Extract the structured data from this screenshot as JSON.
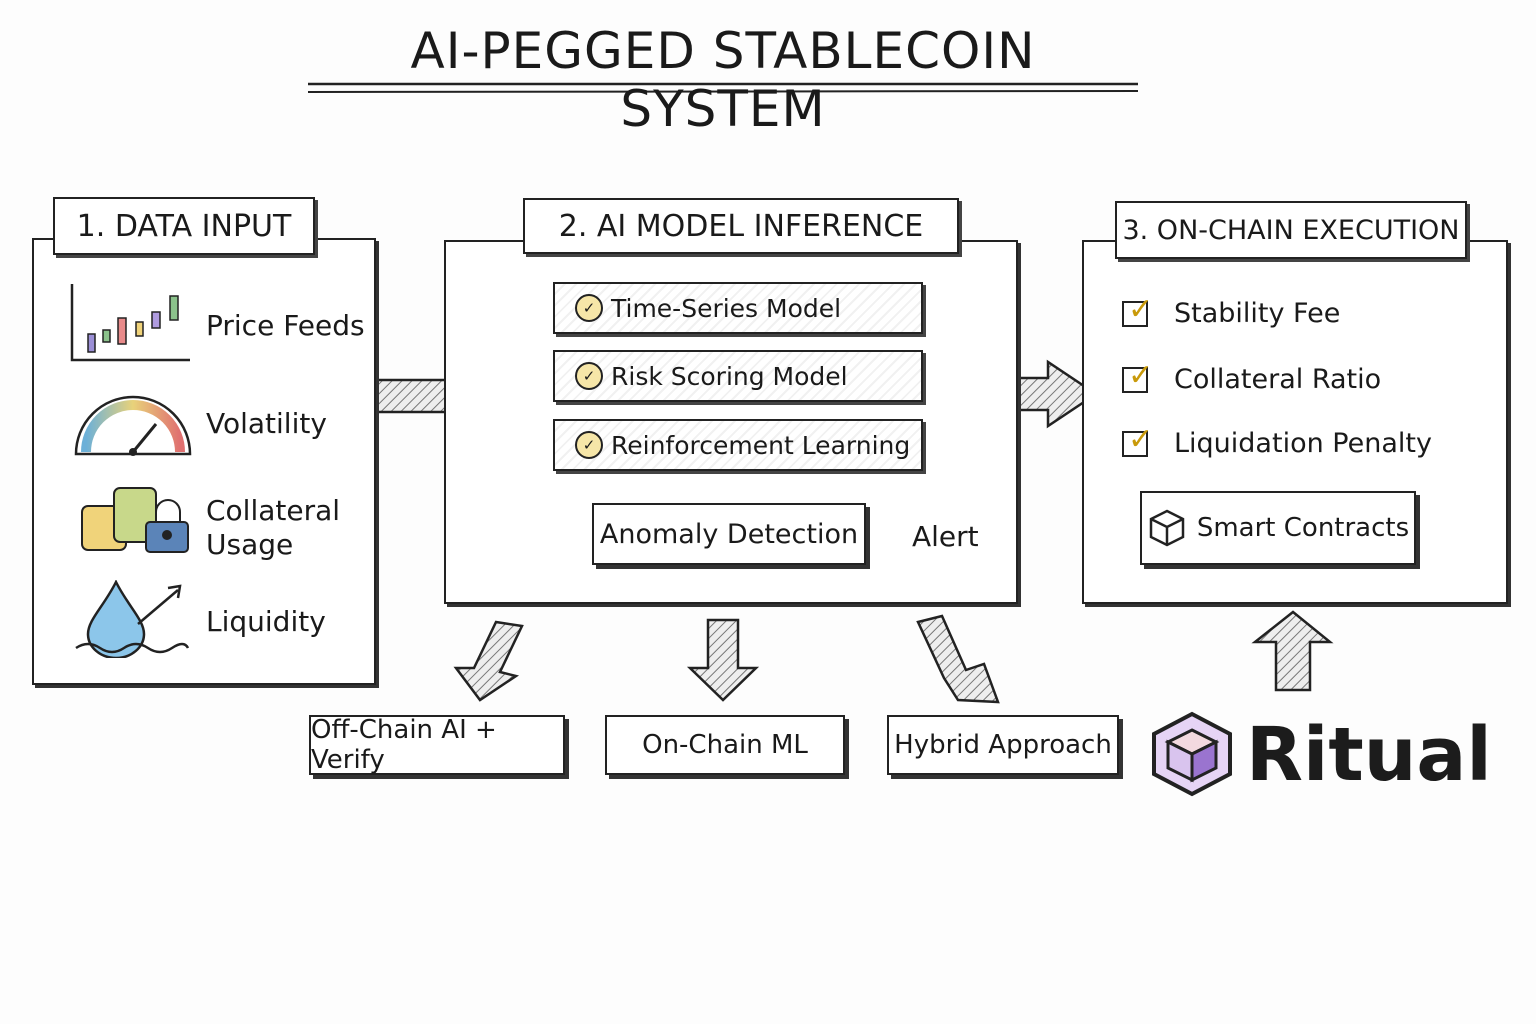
{
  "title": "AI-PEGGED STABLECOIN SYSTEM",
  "panel1": {
    "header": "1. DATA INPUT",
    "items": [
      {
        "label": "Price Feeds",
        "icon": "candlestick-chart-icon"
      },
      {
        "label": "Volatility",
        "icon": "gauge-icon"
      },
      {
        "label": "Collateral Usage",
        "icon": "coins-lock-icon"
      },
      {
        "label": "Liquidity",
        "icon": "water-drop-icon"
      }
    ]
  },
  "panel2": {
    "header": "2. AI MODEL INFERENCE",
    "models": [
      "Time-Series Model",
      "Risk Scoring Model",
      "Reinforcement Learning"
    ],
    "anomaly": "Anomaly Detection",
    "alert": "Alert"
  },
  "panel3": {
    "header": "3. ON-CHAIN EXECUTION",
    "items": [
      "Stability Fee",
      "Collateral Ratio",
      "Liquidation Penalty"
    ],
    "smart_contracts": "Smart Contracts"
  },
  "approaches": [
    "Off-Chain AI + Verify",
    "On-Chain ML",
    "Hybrid Approach"
  ],
  "brand": {
    "name": "Ritual",
    "color": "#b48be0"
  }
}
